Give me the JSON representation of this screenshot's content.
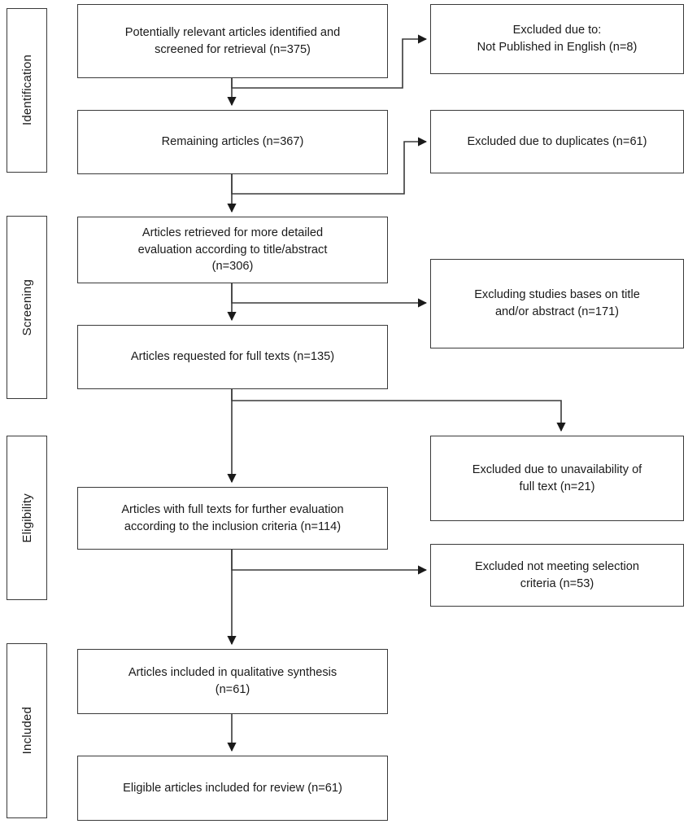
{
  "diagram": {
    "title": "PRISMA study selection flow diagram",
    "line_color": "#3a3a3a",
    "text_color": "#1a1a1a",
    "background": "#ffffff"
  },
  "stages": [
    {
      "label": "Identification"
    },
    {
      "label": "Screening"
    },
    {
      "label": "Eligibility"
    },
    {
      "label": "Included"
    }
  ],
  "flow_nodes": [
    {
      "id": "identified",
      "text": "Potentially relevant  articles identified  and\nscreened for retrieval  (n=375)",
      "n": 375
    },
    {
      "id": "remaining",
      "text": "Remaining  articles (n=367)",
      "n": 367
    },
    {
      "id": "retrieved",
      "text": "Articles retrieved  for more detailed\nevaluation  according to title/abstract\n(n=306)",
      "n": 306
    },
    {
      "id": "requested",
      "text": "Articles requested  for full texts (n=135)",
      "n": 135
    },
    {
      "id": "full-text-eval",
      "text": "Articles with full texts for further  evaluation\naccording to the inclusion criteria (n=114)",
      "n": 114
    },
    {
      "id": "qualitative",
      "text": "Articles included in qualitative  synthesis\n(n=61)",
      "n": 61
    },
    {
      "id": "eligible-review",
      "text": "Eligible articles included for review  (n=61)",
      "n": 61
    }
  ],
  "exclusion_nodes": [
    {
      "id": "not-english",
      "text": "Excluded due to:\nNot Published in English (n=8)",
      "n": 8
    },
    {
      "id": "duplicates",
      "text": "Excluded due to duplicates (n=61)",
      "n": 61
    },
    {
      "id": "title-abstract",
      "text": "Excluding studies bases on title\nand/or abstract (n=171)",
      "n": 171
    },
    {
      "id": "unavailable-text",
      "text": "Excluded due to unavailability  of\nfull text (n=21)",
      "n": 21
    },
    {
      "id": "selection-criteria",
      "text": "Excluded not meeting selection\ncriteria (n=53)",
      "n": 53
    }
  ],
  "chart_data": {
    "type": "diagram",
    "title": "PRISMA study selection flow diagram",
    "stages": [
      "Identification",
      "Screening",
      "Eligibility",
      "Included"
    ],
    "steps": [
      {
        "stage": "Identification",
        "label": "Potentially relevant articles identified and screened for retrieval",
        "n": 375
      },
      {
        "stage": "Identification",
        "label": "Excluded due to: Not Published in English",
        "n": 8,
        "kind": "excluded"
      },
      {
        "stage": "Identification",
        "label": "Remaining articles",
        "n": 367
      },
      {
        "stage": "Identification",
        "label": "Excluded due to duplicates",
        "n": 61,
        "kind": "excluded"
      },
      {
        "stage": "Screening",
        "label": "Articles retrieved for more detailed evaluation according to title/abstract",
        "n": 306
      },
      {
        "stage": "Screening",
        "label": "Excluding studies bases on title and/or abstract",
        "n": 171,
        "kind": "excluded"
      },
      {
        "stage": "Screening",
        "label": "Articles requested for full texts",
        "n": 135
      },
      {
        "stage": "Eligibility",
        "label": "Excluded due to unavailability of full text",
        "n": 21,
        "kind": "excluded"
      },
      {
        "stage": "Eligibility",
        "label": "Articles with full texts for further evaluation according to the inclusion criteria",
        "n": 114
      },
      {
        "stage": "Eligibility",
        "label": "Excluded not meeting selection criteria",
        "n": 53,
        "kind": "excluded"
      },
      {
        "stage": "Included",
        "label": "Articles included in qualitative synthesis",
        "n": 61
      },
      {
        "stage": "Included",
        "label": "Eligible articles included for review",
        "n": 61
      }
    ]
  }
}
